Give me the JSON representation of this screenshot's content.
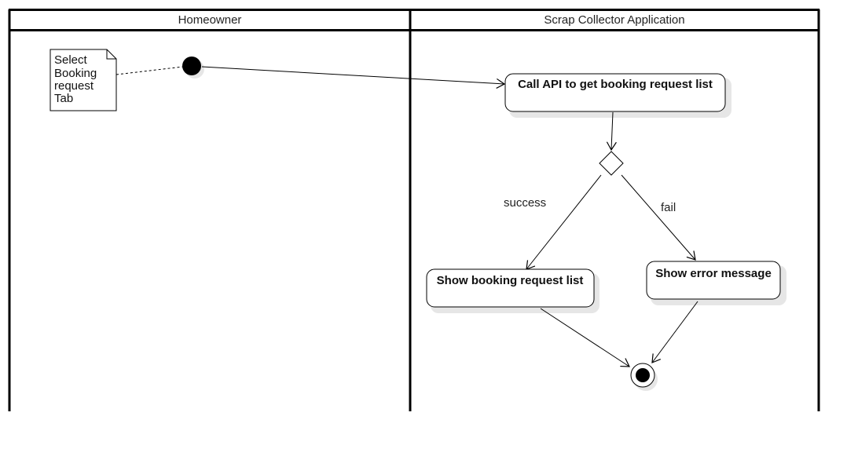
{
  "swimlanes": [
    {
      "title": "Homeowner"
    },
    {
      "title": "Scrap Collector Application"
    }
  ],
  "note": {
    "lines": [
      "Select",
      "Booking",
      "request",
      "Tab"
    ]
  },
  "actions": {
    "call_api": "Call API to get booking request list",
    "show_list": "Show booking request list",
    "show_error": "Show error message"
  },
  "guards": {
    "success": "success",
    "fail": "fail"
  },
  "colors": {
    "line": "#000000",
    "shadow": "#e6e6e6",
    "background": "#ffffff"
  }
}
